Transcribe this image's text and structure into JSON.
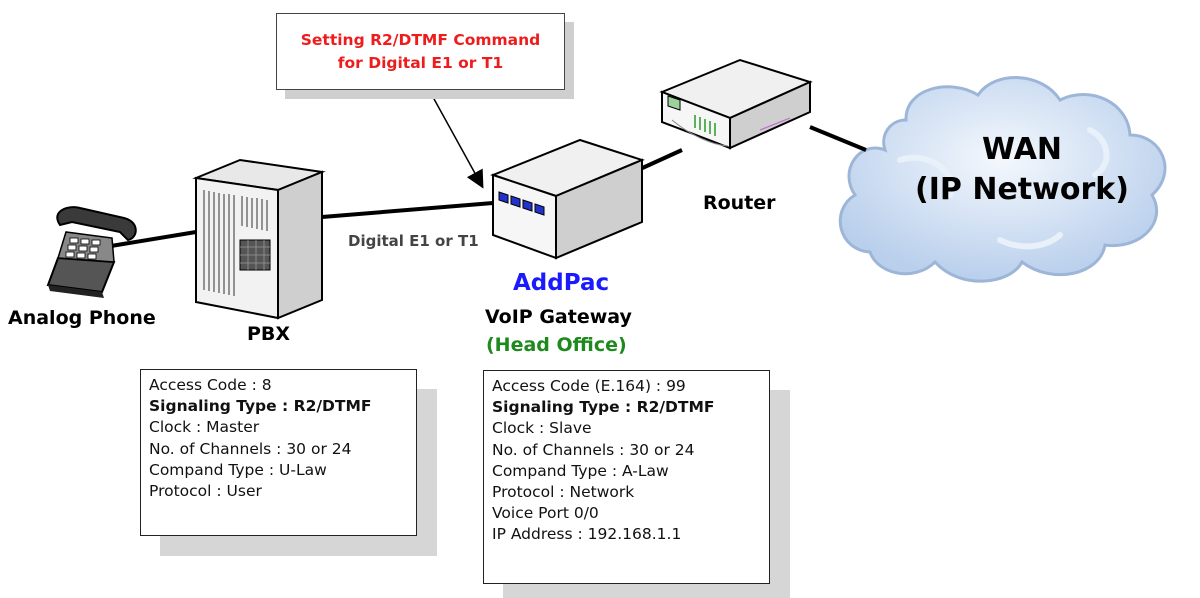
{
  "callout": {
    "line1": "Setting R2/DTMF Command",
    "line2": "for Digital E1 or T1",
    "color": "#ee1c1c"
  },
  "labels": {
    "analog_phone": "Analog Phone",
    "pbx": "PBX",
    "link": "Digital E1 or T1",
    "brand": "AddPac",
    "gateway": "VoIP Gateway",
    "head_office": "(Head Office)",
    "router": "Router",
    "wan_line1": "WAN",
    "wan_line2": "(IP Network)"
  },
  "colors": {
    "brand": "#1a1aff",
    "head_office": "#1e8a1e",
    "link_text": "#444444",
    "cloud": "#cfe0f4"
  },
  "pbx_info": {
    "access_code": "Access Code : 8",
    "signaling": "Signaling Type : R2/DTMF",
    "clock": "Clock : Master",
    "channels": "No. of Channels : 30 or 24",
    "compand": "Compand Type : U-Law",
    "protocol": "Protocol : User"
  },
  "gateway_info": {
    "access_code": "Access Code (E.164) : 99",
    "signaling": "Signaling Type : R2/DTMF",
    "clock": "Clock : Slave",
    "channels": "No. of Channels : 30 or 24",
    "compand": "Compand Type : A-Law",
    "protocol": "Protocol : Network",
    "voice_port": "Voice Port 0/0",
    "ip_address": "IP Address : 192.168.1.1"
  },
  "icons": [
    "analog-phone-icon",
    "pbx-icon",
    "voip-gateway-icon",
    "router-icon",
    "wan-cloud-icon"
  ]
}
